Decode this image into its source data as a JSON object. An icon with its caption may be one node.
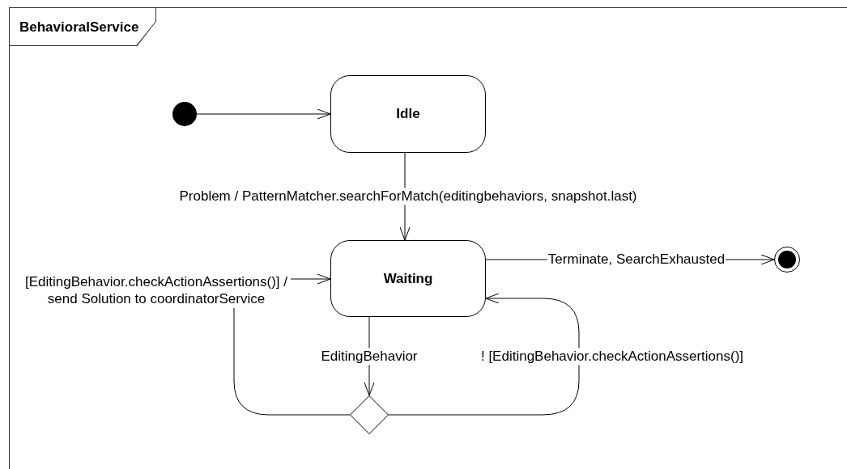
{
  "diagram": {
    "nodes": [
      {
        "text": [
          "BehavioralService"
        ]
      },
      {
        "text": [],
        "shape": "circle",
        "in": 0
      },
      {
        "text": [
          "Idle"
        ],
        "in": 0
      },
      {
        "text": [
          "Waiting"
        ],
        "in": 0
      },
      {
        "text": [],
        "shape": "bullseye",
        "in": 0
      },
      {
        "text": [],
        "shape": "diamond",
        "in": 0
      }
    ],
    "edges": [
      {
        "from": 1,
        "to": 2,
        "arrow": "to"
      },
      {
        "from": 2,
        "to": 3,
        "arrow": "to",
        "label": "Problem / PatternMatcher.searchForMatch(editingbehaviors, snapshot.last)"
      },
      {
        "from": 3,
        "to": 4,
        "arrow": "to",
        "label": "Terminate, SearchExhausted"
      },
      {
        "from": 3,
        "to": 5,
        "arrow": "to",
        "label": "EditingBehavior"
      },
      {
        "from": 5,
        "to": 3,
        "arrow": "to",
        "label": "[EditingBehavior.checkActionAssertions()] / send Solution to coordinatorService"
      },
      {
        "from": 5,
        "to": 3,
        "arrow": "to",
        "label": "! [EditingBehavior.checkActionAssertions()]"
      }
    ]
  }
}
